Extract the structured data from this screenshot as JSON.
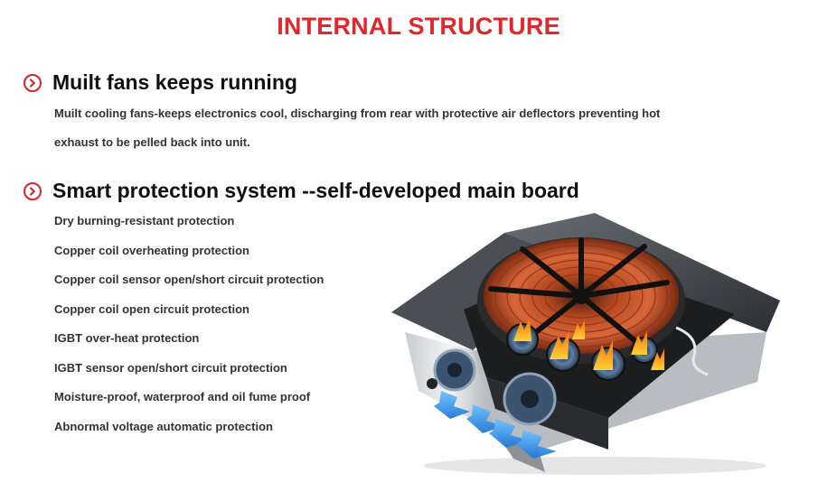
{
  "title": "INTERNAL STRUCTURE",
  "sections": [
    {
      "heading": "Muilt fans keeps running",
      "body": "Muilt cooling fans-keeps electronics cool, discharging from rear with protective air deflectors preventing hot exhaust to be pelled back into unit."
    },
    {
      "heading": "Smart protection system --self-developed main board",
      "items": [
        "Dry burning-resistant protection",
        "Copper coil overheating protection",
        "Copper coil sensor open/short circuit protection",
        "Copper coil open circuit protection",
        "IGBT over-heat protection",
        "IGBT sensor open/short circuit protection",
        "Moisture-proof, waterproof and oil fume proof",
        "Abnormal voltage automatic protection"
      ]
    }
  ],
  "colors": {
    "accent": "#e0272b",
    "heading": "#111111",
    "body": "#333333"
  },
  "icons": {
    "bullet": "chevron-right-circle-icon"
  },
  "image": {
    "subject": "induction cooker internal structure with copper coil and cooling fans"
  }
}
